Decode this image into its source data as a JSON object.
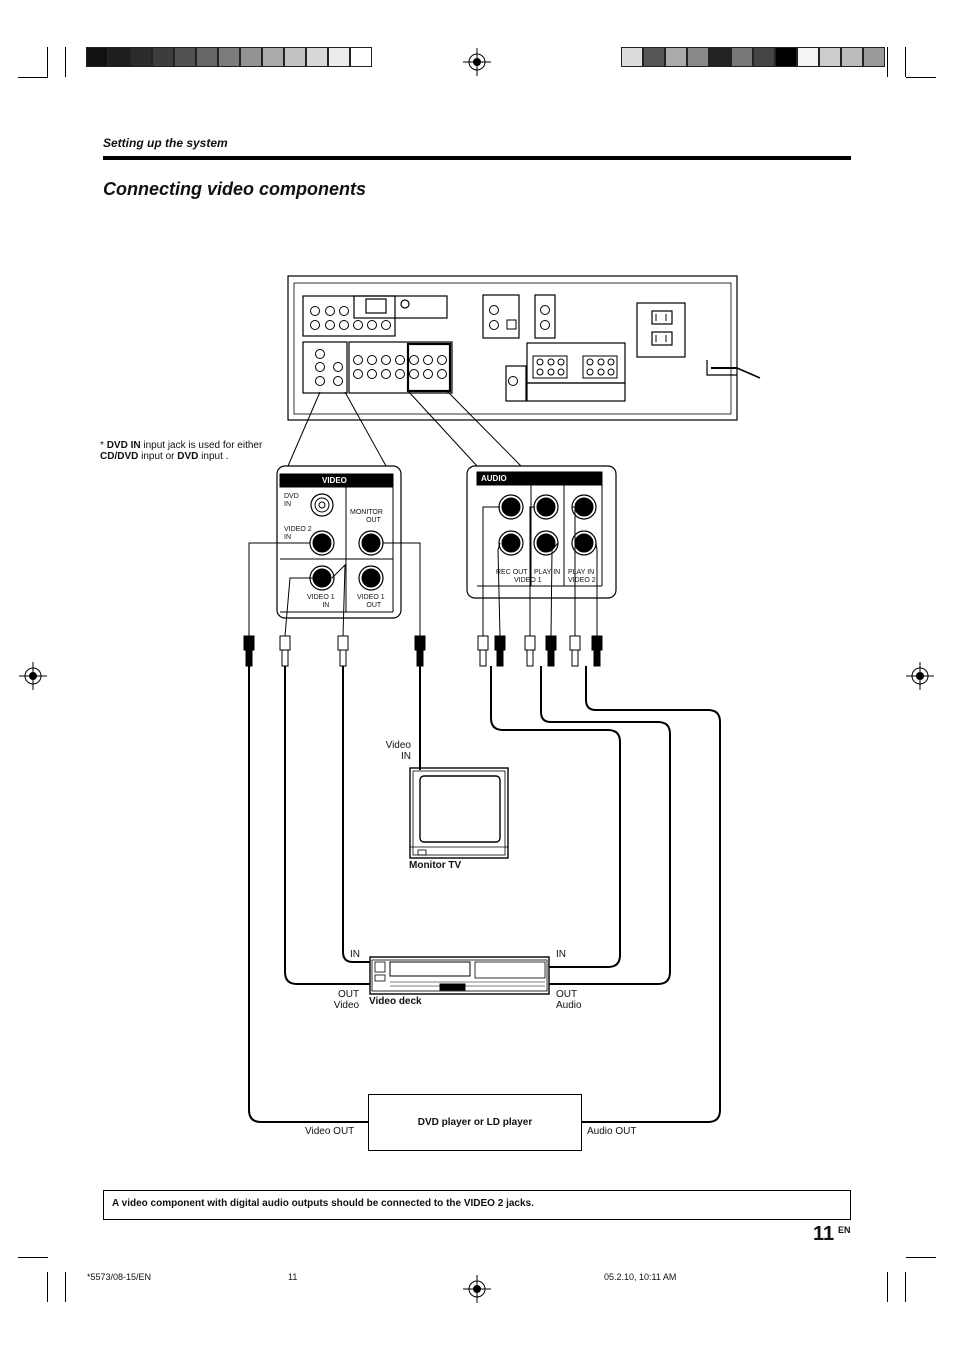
{
  "header": {
    "section_label": "Setting up the system",
    "heading": "Connecting video components"
  },
  "note": {
    "prefix": "*",
    "part1": "DVD IN",
    "part2": " input jack is used for either ",
    "part3": "CD/DVD",
    "part4": " input or ",
    "part5": "DVD",
    "part6": " input ."
  },
  "video_panel": {
    "title": "VIDEO",
    "dvd_in": [
      "DVD",
      "IN"
    ],
    "monitor_out": [
      "MONITOR",
      "OUT"
    ],
    "video2_in": [
      "VIDEO 2",
      "IN"
    ],
    "video1_in": [
      "VIDEO 1",
      "IN"
    ],
    "video1_out": [
      "VIDEO 1",
      "OUT"
    ]
  },
  "audio_panel": {
    "title": "AUDIO",
    "rec_out": "REC OUT",
    "play_in_1": "PLAY IN",
    "video1": "VIDEO 1",
    "play_in_2": "PLAY IN",
    "video2": "VIDEO 2"
  },
  "devices": {
    "tv_video_in": [
      "Video",
      "IN"
    ],
    "monitor_tv": "Monitor TV",
    "deck_in_left": "IN",
    "deck_in_right": "IN",
    "deck_out_video": [
      "OUT",
      "Video"
    ],
    "video_deck": "Video deck",
    "deck_out_audio": [
      "OUT",
      "Audio"
    ],
    "dvd_player": "DVD player or LD player",
    "video_out": "Video OUT",
    "audio_out": "Audio OUT"
  },
  "footnote": "A video component with digital audio outputs should be connected to the VIDEO 2 jacks.",
  "page": {
    "number": "11",
    "lang": "EN"
  },
  "print_footer": {
    "left": "*5573/08-15/EN",
    "center": "11",
    "right": "05.2.10, 10:11 AM"
  },
  "colors": {
    "swatches_left": [
      "#111111",
      "#1e1e1e",
      "#2c2c2c",
      "#3d3d3d",
      "#525252",
      "#666666",
      "#7c7c7c",
      "#939393",
      "#aaaaaa",
      "#c2c2c2",
      "#d8d8d8",
      "#ececec",
      "#ffffff"
    ],
    "swatches_right": [
      "#dcdcdc",
      "#555555",
      "#aaaaaa",
      "#888888",
      "#222222",
      "#777777",
      "#444444",
      "#000000",
      "#f4f4f4",
      "#cccccc",
      "#bbbbbb",
      "#999999"
    ]
  }
}
